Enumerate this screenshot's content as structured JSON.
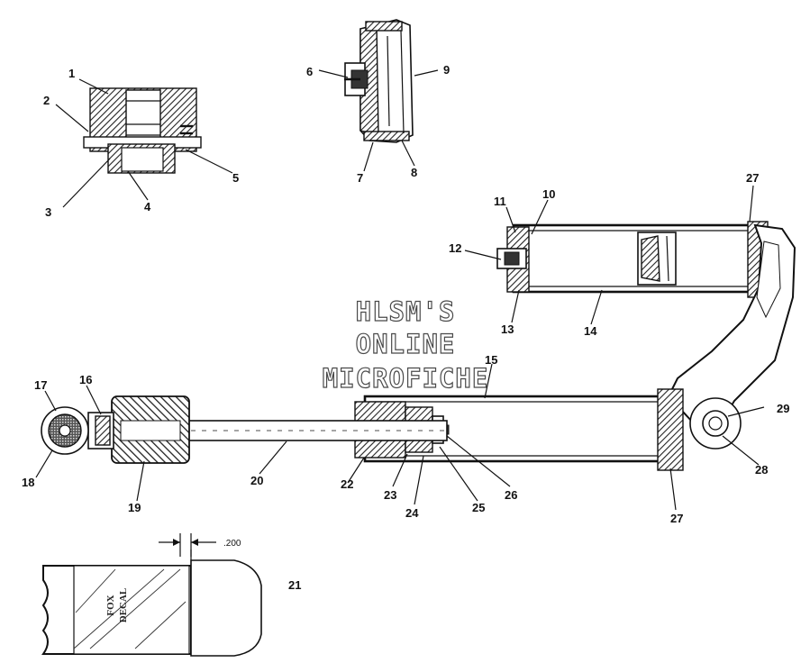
{
  "watermark": [
    "HLSM'S",
    "ONLINE",
    "MICROFICHE"
  ],
  "callouts": {
    "c1": "1",
    "c2": "2",
    "c3": "3",
    "c4": "4",
    "c5": "5",
    "c6": "6",
    "c7": "7",
    "c8": "8",
    "c9": "9",
    "c10": "10",
    "c11": "11",
    "c12": "12",
    "c13": "13",
    "c14": "14",
    "c15": "15",
    "c16": "16",
    "c17": "17",
    "c18": "18",
    "c19": "19",
    "c20": "20",
    "c21": "21",
    "c22": "22",
    "c23": "23",
    "c24": "24",
    "c25": "25",
    "c26": "26",
    "c27a": "27",
    "c27b": "27",
    "c28": "28",
    "c29": "29"
  },
  "dimension": ".200",
  "decal": [
    "FOX",
    "DECAL"
  ]
}
